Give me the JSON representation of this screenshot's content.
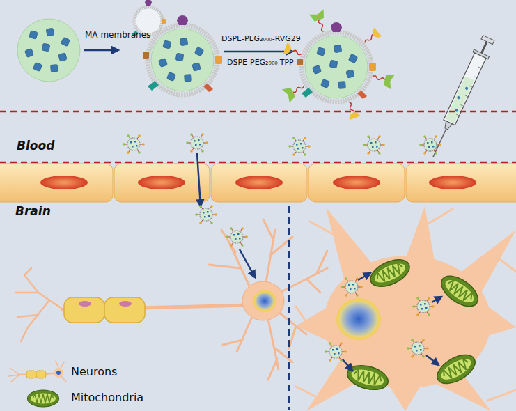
{
  "diagram": {
    "labels": [
      "MA membranes",
      "DSPE-PEG₂₀₀₀-RVG29",
      "DSPE-PEG₂₀₀₀-TPP",
      "Blood",
      "Brain"
    ],
    "legend": [
      {
        "text": "Neurons"
      },
      {
        "text": "Mitochondria"
      }
    ]
  }
}
